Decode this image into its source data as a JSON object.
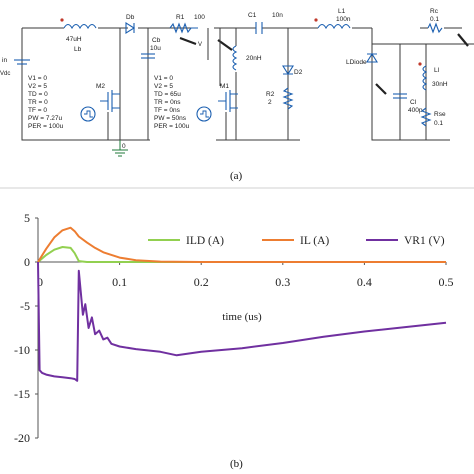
{
  "schematic": {
    "caption": "(a)",
    "labels": {
      "vin": "in",
      "vdc": "Vdc",
      "lb_val": "47uH",
      "lb": "Lb",
      "db": "Db",
      "r1": "R1",
      "r1_val": "100",
      "c1": "C1",
      "c1_val": "10n",
      "l1": "L1",
      "l1_val": "100n",
      "rc": "Rc",
      "rc_val": "0.1",
      "cb": "Cb",
      "cb_val": "10u",
      "l20": "20nH",
      "d2": "D2",
      "r2": "R2",
      "r2_val": "2",
      "ldiode": "LDiode",
      "cl": "Cl",
      "cl_val": "400p",
      "ll": "Ll",
      "ll_val": "30nH",
      "rse": "Rse",
      "rse_val": "0.1",
      "m2": "M2",
      "m1": "M1",
      "gnd": "0"
    },
    "source1": [
      "V1 = 0",
      "V2 = 5",
      "TD = 0",
      "TR = 0",
      "TF = 0",
      "PW = 7.27u",
      "PER = 100u"
    ],
    "source2": [
      "V1 = 0",
      "V2 = 5",
      "TD = 65u",
      "TR = 0ns",
      "TF = 0ns",
      "PW = 50ns",
      "PER = 100u"
    ]
  },
  "plot": {
    "caption": "(b)",
    "legend": [
      {
        "label": "ILD (A)",
        "color": "#92d050"
      },
      {
        "label": "IL (A)",
        "color": "#ed7d31"
      },
      {
        "label": "VR1 (V)",
        "color": "#7030a0"
      }
    ],
    "xlabel": "time (us)",
    "y_ticks": [
      "5",
      "0",
      "-5",
      "-10",
      "-15",
      "-20"
    ],
    "x_ticks": [
      "0",
      "0.1",
      "0.2",
      "0.3",
      "0.4",
      "0.5"
    ]
  },
  "chart_data": {
    "type": "line",
    "title": "",
    "xlabel": "time (us)",
    "ylabel": "",
    "xlim": [
      0,
      0.5
    ],
    "ylim": [
      -20,
      5
    ],
    "series": [
      {
        "name": "ILD (A)",
        "color": "#92d050",
        "x": [
          0,
          0.01,
          0.02,
          0.03,
          0.04,
          0.045,
          0.05,
          0.06,
          0.1,
          0.2,
          0.3,
          0.4,
          0.5
        ],
        "y": [
          0,
          0.8,
          1.4,
          1.7,
          1.6,
          1.0,
          0.1,
          0,
          0,
          0,
          0,
          0,
          0
        ]
      },
      {
        "name": "IL (A)",
        "color": "#ed7d31",
        "x": [
          0,
          0.01,
          0.02,
          0.03,
          0.04,
          0.045,
          0.05,
          0.06,
          0.07,
          0.08,
          0.1,
          0.12,
          0.15,
          0.2,
          0.3,
          0.4,
          0.5
        ],
        "y": [
          0,
          1.5,
          2.8,
          3.6,
          3.9,
          3.5,
          2.9,
          2.2,
          1.6,
          1.1,
          0.5,
          0.2,
          0.05,
          0,
          0,
          0,
          0
        ],
        "y_display_scale": 1
      },
      {
        "name": "VR1 (V)",
        "color": "#7030a0",
        "x": [
          0,
          0.002,
          0.005,
          0.01,
          0.02,
          0.03,
          0.04,
          0.045,
          0.048,
          0.05,
          0.055,
          0.058,
          0.062,
          0.066,
          0.07,
          0.075,
          0.08,
          0.085,
          0.09,
          0.1,
          0.12,
          0.15,
          0.17,
          0.2,
          0.25,
          0.3,
          0.35,
          0.4,
          0.45,
          0.5
        ],
        "y": [
          0,
          -12.3,
          -12.6,
          -12.8,
          -13.0,
          -13.1,
          -13.2,
          -13.3,
          -13.5,
          -1.0,
          -6.0,
          -4.8,
          -7.5,
          -6.3,
          -8.2,
          -7.8,
          -8.8,
          -8.6,
          -9.3,
          -9.6,
          -9.9,
          -10.2,
          -10.6,
          -10.2,
          -9.8,
          -9.2,
          -8.5,
          -7.9,
          -7.4,
          -6.9
        ]
      }
    ]
  }
}
